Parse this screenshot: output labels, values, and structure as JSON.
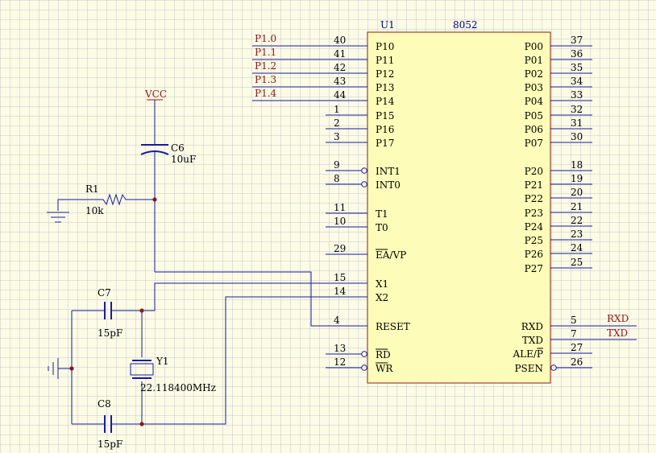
{
  "colors": {
    "background": "#fbfbe6",
    "grid": "#c6c8c8",
    "wire": "#1a1aa0",
    "chip_fill": "#fdfcb8",
    "chip_border": "#8b1a1a",
    "net_label": "#8b1a1a",
    "designator": "#000080",
    "junction": "#8b1a1a"
  },
  "chip": {
    "designator": "U1",
    "part": "8052",
    "left_pins": [
      {
        "num": "40",
        "name": "P10",
        "net": "P1.0"
      },
      {
        "num": "41",
        "name": "P11",
        "net": "P1.1"
      },
      {
        "num": "42",
        "name": "P12",
        "net": "P1.2"
      },
      {
        "num": "43",
        "name": "P13",
        "net": "P1.3"
      },
      {
        "num": "44",
        "name": "P14",
        "net": "P1.4"
      },
      {
        "num": "1",
        "name": "P15"
      },
      {
        "num": "2",
        "name": "P16"
      },
      {
        "num": "3",
        "name": "P17"
      },
      {
        "num": "9",
        "name": "INT1",
        "bubble": true
      },
      {
        "num": "8",
        "name": "INT0",
        "bubble": true
      },
      {
        "num": "11",
        "name": "T1"
      },
      {
        "num": "10",
        "name": "T0"
      },
      {
        "num": "29",
        "name": "EA/VP",
        "overline": "EA"
      },
      {
        "num": "15",
        "name": "X1"
      },
      {
        "num": "14",
        "name": "X2"
      },
      {
        "num": "4",
        "name": "RESET"
      },
      {
        "num": "13",
        "name": "RD",
        "bubble": true,
        "overline": "RD"
      },
      {
        "num": "12",
        "name": "WR",
        "bubble": true,
        "overline": "WR"
      }
    ],
    "right_pins": [
      {
        "num": "37",
        "name": "P00"
      },
      {
        "num": "36",
        "name": "P01"
      },
      {
        "num": "35",
        "name": "P02"
      },
      {
        "num": "34",
        "name": "P03"
      },
      {
        "num": "33",
        "name": "P04"
      },
      {
        "num": "32",
        "name": "P05"
      },
      {
        "num": "31",
        "name": "P06"
      },
      {
        "num": "30",
        "name": "P07"
      },
      {
        "num": "18",
        "name": "P20"
      },
      {
        "num": "19",
        "name": "P21"
      },
      {
        "num": "20",
        "name": "P22"
      },
      {
        "num": "21",
        "name": "P23"
      },
      {
        "num": "22",
        "name": "P24"
      },
      {
        "num": "23",
        "name": "P25"
      },
      {
        "num": "24",
        "name": "P26"
      },
      {
        "num": "25",
        "name": "P27"
      },
      {
        "num": "5",
        "name": "RXD",
        "net": "RXD"
      },
      {
        "num": "7",
        "name": "TXD",
        "net": "TXD"
      },
      {
        "num": "27",
        "name": "ALE/P",
        "overline": "P"
      },
      {
        "num": "26",
        "name": "PSEN",
        "bubble": true
      }
    ]
  },
  "components": {
    "vcc": "VCC",
    "c6": {
      "designator": "C6",
      "value": "10uF"
    },
    "r1": {
      "designator": "R1",
      "value": "10k"
    },
    "c7": {
      "designator": "C7",
      "value": "15pF"
    },
    "c8": {
      "designator": "C8",
      "value": "15pF"
    },
    "y1": {
      "designator": "Y1",
      "value": "22.118400MHz"
    }
  }
}
